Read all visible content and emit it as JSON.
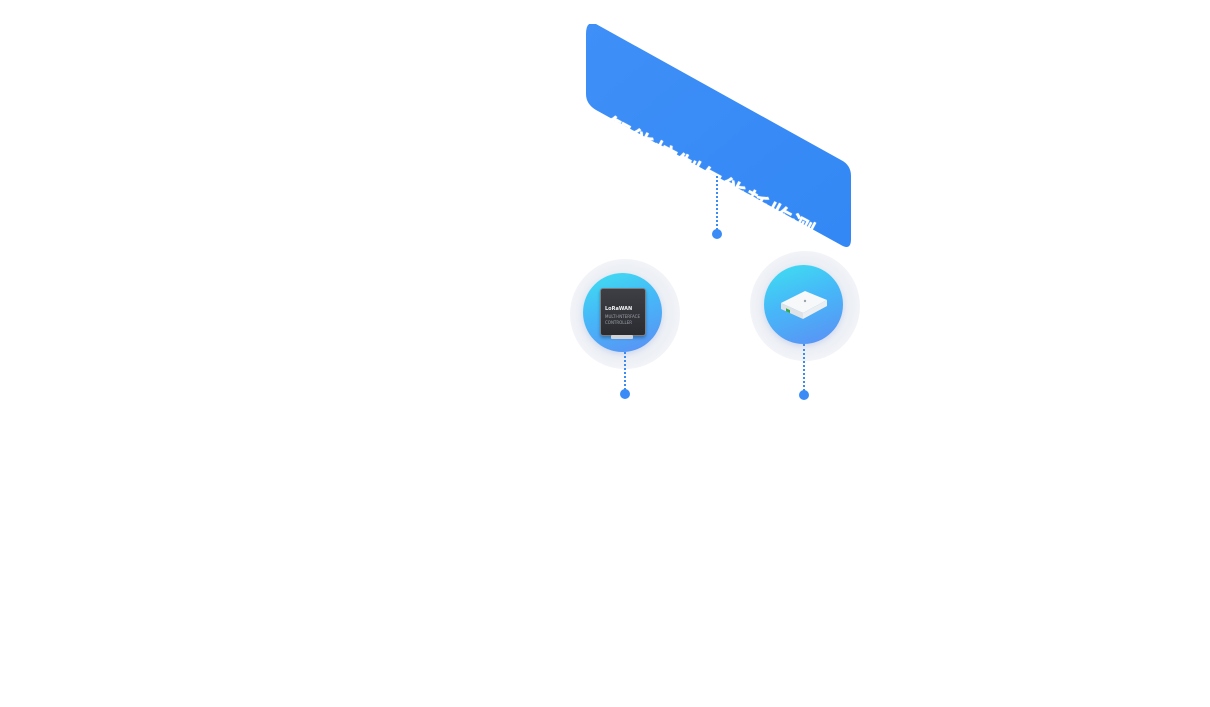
{
  "banner": {
    "title": "智能控制与能耗监测",
    "color": "#3a8bf5"
  },
  "devices": [
    {
      "name": "lorawan-gateway",
      "label_brand": "LoRaWAN",
      "label_line1": "MULTI-INTERFACE",
      "label_line2": "CONTROLLER"
    },
    {
      "name": "white-controller-box"
    }
  ],
  "colors": {
    "connector": "#3a8bf5",
    "circle_start": "#3fe0f0",
    "circle_end": "#5b8ff5"
  }
}
